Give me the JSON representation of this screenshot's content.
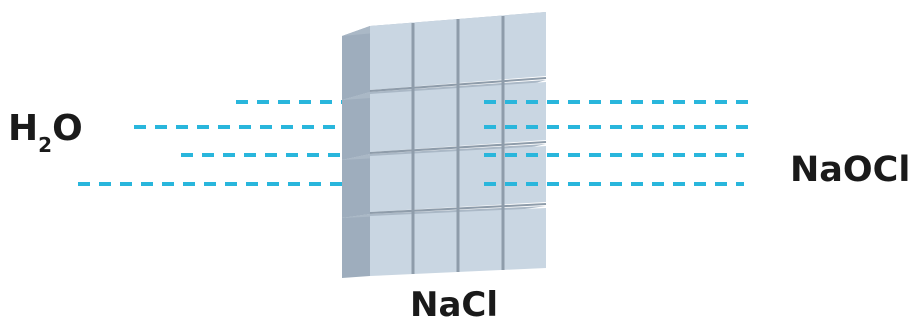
{
  "labels": {
    "input_main": "H",
    "input_subscript": "2",
    "input_tail": "O",
    "output": "NaOCl",
    "block": "NaCl"
  },
  "colors": {
    "dash": "#29b6dc",
    "cube_front": "#c9d6e2",
    "cube_side": "#9eadbd",
    "cube_top": "#aab8c6",
    "grout": "#8e9caa",
    "text": "#1a1a1a"
  },
  "block": {
    "rows": 4,
    "cols": 4
  }
}
